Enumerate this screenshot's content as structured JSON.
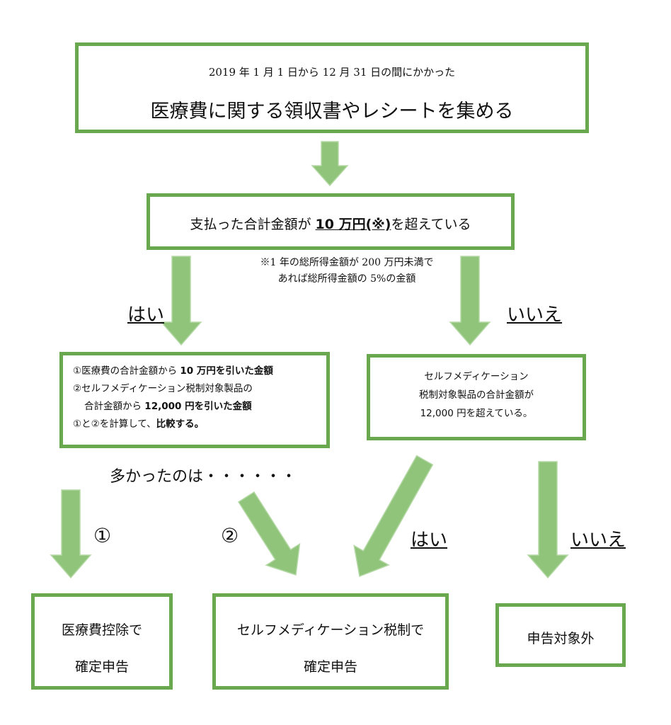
{
  "colors": {
    "border": "#6aa84f",
    "arrow_fill": "#8fc47a",
    "arrow_stroke": "#b5d9a6"
  },
  "top_box": {
    "line1": "2019 年 1 月 1 日から 12 月 31 日の間にかかった",
    "line2": "医療費に関する領収書やレシートを集める"
  },
  "question_box": {
    "pre": "支払った合計金額が ",
    "amount": "10 万円(※)",
    "post": "を超えている"
  },
  "note": {
    "line1": "※1 年の総所得金額が 200 万円未満で",
    "line2": "あれば総所得金額の 5%の金額"
  },
  "labels": {
    "yes_left": "はい",
    "no_right": "いいえ",
    "more_text": "多かったのは・・・・・・",
    "choice1": "①",
    "choice2": "②",
    "yes_mid": "はい",
    "no_far": "いいえ"
  },
  "compare_box": {
    "l1_pre": "①医療費の合計金額から ",
    "l1_bold": "10 万円を引いた金額",
    "l2": "②セルフメディケーション税制対象製品の",
    "l3_pre": "合計金額から ",
    "l3_bold": "12,000 円を引いた金額",
    "l4_pre": "①と②を計算して、",
    "l4_bold": "比較する。"
  },
  "self_med_box": {
    "l1": "セルフメディケーション",
    "l2": "税制対象製品の合計金額が",
    "l3": "12,000 円を超えている。"
  },
  "results": {
    "medical": {
      "l1": "医療費控除で",
      "l2": "確定申告"
    },
    "selfmed": {
      "l1": "セルフメディケーション税制で",
      "l2": "確定申告"
    },
    "none": {
      "l1": "申告対象外"
    }
  }
}
